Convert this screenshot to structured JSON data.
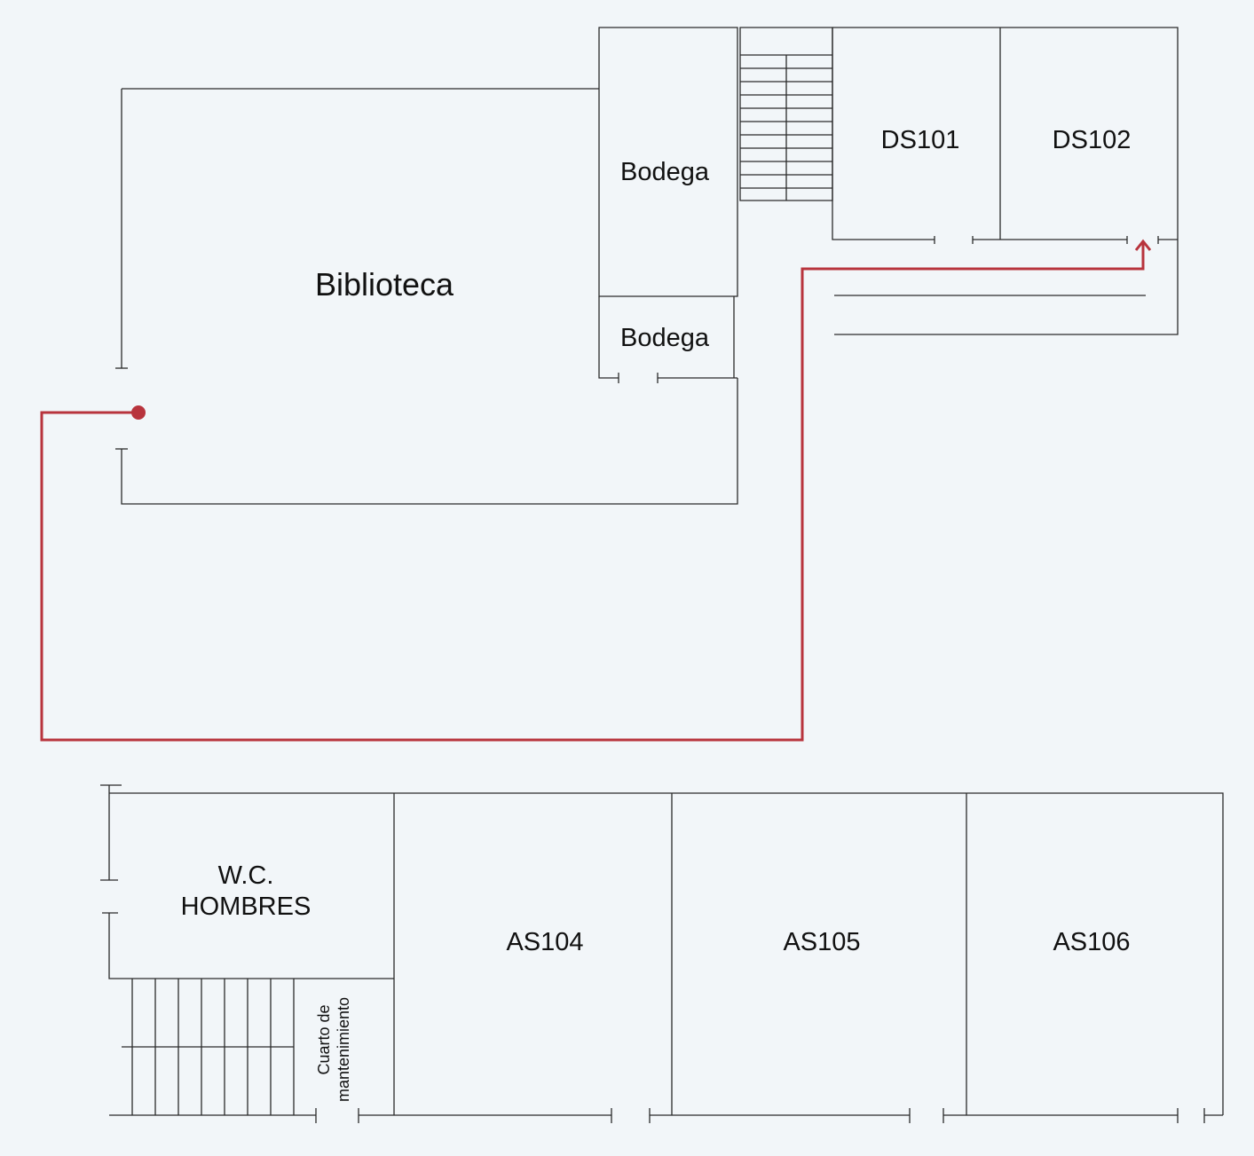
{
  "rooms": {
    "biblioteca": "Biblioteca",
    "bodega_1": "Bodega",
    "bodega_2": "Bodega",
    "ds101": "DS101",
    "ds102": "DS102",
    "wc_line1": "W.C.",
    "wc_line2": "HOMBRES",
    "as104": "AS104",
    "as105": "AS105",
    "as106": "AS106",
    "maintenance_line1": "Cuarto de",
    "maintenance_line2": "mantenimiento"
  },
  "route": {
    "color": "#b8343d",
    "start_marker": "dot",
    "end_marker": "arrow-up"
  },
  "colors": {
    "background": "#f2f6f9",
    "walls": "#2b2b2b",
    "route": "#b8343d"
  }
}
